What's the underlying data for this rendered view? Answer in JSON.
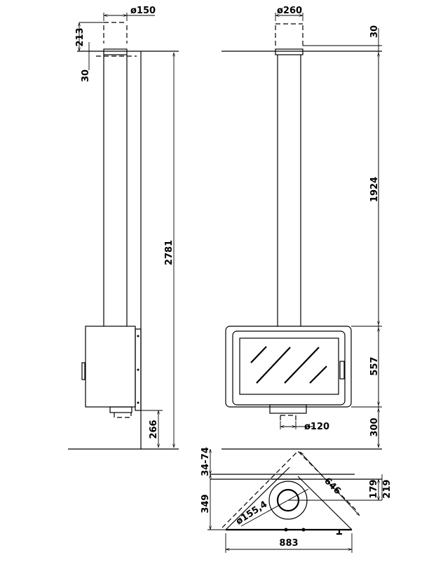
{
  "side_view": {
    "flue_diameter": "ø150",
    "top_offset": "213",
    "collar_height": "30",
    "total_height": "2781",
    "floor_clearance": "266"
  },
  "front_view": {
    "flue_diameter": "ø260",
    "collar_height": "30",
    "pipe_length": "1924",
    "stove_height": "557",
    "air_inlet_diameter": "ø120",
    "floor_clearance": "300"
  },
  "top_view": {
    "wall_gap": "34-74",
    "depth": "349",
    "flue_diameter": "ø155,4",
    "side_length": "646",
    "flue_center_offset": "179",
    "flue_center_offset_total": "219",
    "width": "883"
  }
}
